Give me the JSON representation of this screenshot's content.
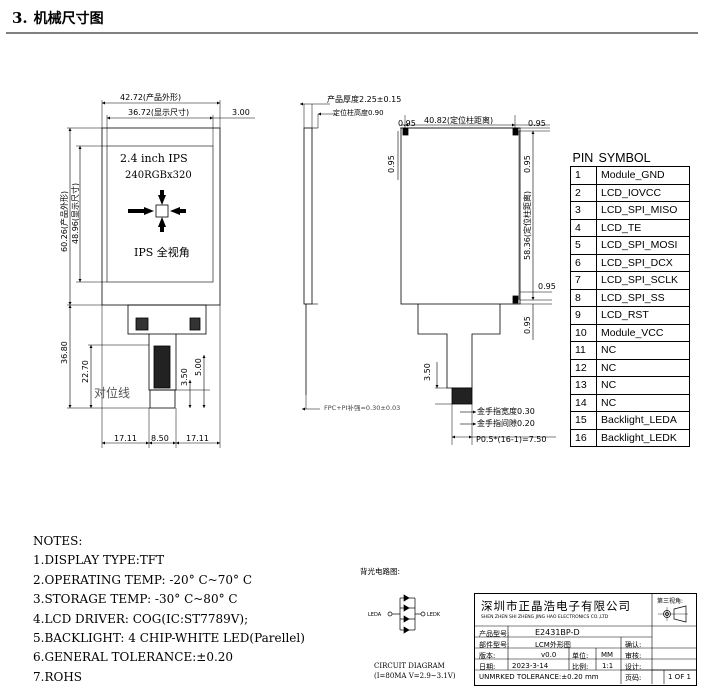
{
  "heading": {
    "number": "3.",
    "title": "机械尺寸图"
  },
  "front_view": {
    "dim_outline_width": "42.72(产品外形)",
    "dim_view_width": "36.72(显示尺寸)",
    "dim_offset": "3.00",
    "dim_outline_height": "60.26(产品外形)",
    "dim_view_height": "48.96(显示尺寸)",
    "screen_line1": "2.4 inch IPS",
    "screen_line2": "240RGBx320",
    "screen_line3": "IPS 全视角",
    "dim_total_height": "36.80",
    "dim_fpc_height": "22.70",
    "dim_small_1": "3.50",
    "dim_small_2": "5.00",
    "alignment_label": "对位线",
    "dim_left": "17.11",
    "dim_mid": "8.50",
    "dim_right": "17.11"
  },
  "side_view": {
    "dim_thickness": "产品厚度2.25±0.15",
    "dim_pin_height": "定位柱高度0.90",
    "dim_fpc_stiffener": "FPC+PI补强=0.30±0.03"
  },
  "back_view": {
    "dim_095_top": "0.95",
    "dim_pin_distance": "40.82(定位柱距离)",
    "dim_095_top_right": "0.95",
    "dim_095_left": "0.95",
    "dim_pin_vertical": "58.36(定位柱距离)",
    "dim_095_mid_right": "0.95",
    "dim_095_lower": "0.95",
    "dim_350": "3.50",
    "dim_finger_width": "金手指宽度0.30",
    "dim_finger_gap": "金手指间隙0.20",
    "dim_pitch": "P0.5*(16-1)=7.50"
  },
  "pin_table": {
    "header_pin": "PIN",
    "header_symbol": "SYMBOL",
    "rows": [
      {
        "pin": "1",
        "symbol": "Module_GND"
      },
      {
        "pin": "2",
        "symbol": "LCD_IOVCC"
      },
      {
        "pin": "3",
        "symbol": "LCD_SPI_MISO"
      },
      {
        "pin": "4",
        "symbol": "LCD_TE"
      },
      {
        "pin": "5",
        "symbol": "LCD_SPI_MOSI"
      },
      {
        "pin": "6",
        "symbol": "LCD_SPI_DCX"
      },
      {
        "pin": "7",
        "symbol": "LCD_SPI_SCLK"
      },
      {
        "pin": "8",
        "symbol": "LCD_SPI_SS"
      },
      {
        "pin": "9",
        "symbol": "LCD_RST"
      },
      {
        "pin": "10",
        "symbol": "Module_VCC"
      },
      {
        "pin": "11",
        "symbol": "NC"
      },
      {
        "pin": "12",
        "symbol": "NC"
      },
      {
        "pin": "13",
        "symbol": "NC"
      },
      {
        "pin": "14",
        "symbol": "NC"
      },
      {
        "pin": "15",
        "symbol": "Backlight_LEDA"
      },
      {
        "pin": "16",
        "symbol": "Backlight_LEDK"
      }
    ]
  },
  "notes": [
    "NOTES:",
    "1.DISPLAY TYPE:TFT",
    "2.OPERATING TEMP: -20° C~70° C",
    "3.STORAGE TEMP: -30° C~80° C",
    "4.LCD DRIVER: COG(IC:ST7789V);",
    "5.BACKLIGHT: 4 CHIP-WHITE LED(Parellel)",
    "6.GENERAL TOLERANCE:±0.20",
    "7.ROHS"
  ],
  "circuit": {
    "label": "背光电路图:",
    "leda": "LEDA",
    "ledk": "LEDK",
    "caption1": "CIRCUIT DIAGRAM",
    "caption2": "(I=80MA V=2.9~3.1V)"
  },
  "title_block": {
    "company": "深圳市正晶浩电子有限公司",
    "company_en": "SHEN ZHEN SHI ZHENG JING HAO ELECTRONICS CO.,LTD",
    "angle_label": "第三视角:",
    "part_label": "产品型号:",
    "part_value": "E2431BP-D",
    "drawing_label": "部件型号:",
    "drawing_value": "LCM外形图",
    "confirm_label": "确认:",
    "version_label": "版本:",
    "version_value": "v0.0",
    "unit_label": "单位:",
    "unit_value": "MM",
    "audit_label": "审核:",
    "date_label": "日期:",
    "date_value": "2023-3-14",
    "scale_label": "比例:",
    "scale_value": "1:1",
    "design_label": "设计:",
    "tolerance_text": "UNMRKED  TOLERANCE:±0.20  mm",
    "page_label": "页码:",
    "page_value": "1 OF 1"
  }
}
